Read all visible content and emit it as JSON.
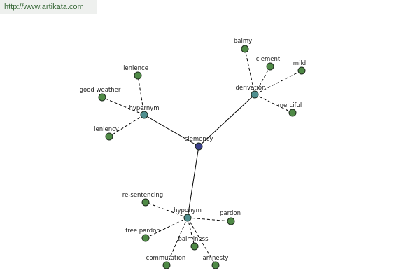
{
  "watermark": "http://www.artikata.com",
  "colors": {
    "center": "#3a3f8a",
    "hub": "#4f8f8f",
    "leaf": "#4f8a46"
  },
  "nodes": {
    "clemency": "clemency",
    "hypernym": "hypernym",
    "derivation": "derivation",
    "hyponym": "hyponym",
    "lenience": "lenience",
    "good_weather": "good weather",
    "leniency": "leniency",
    "balmy": "balmy",
    "clement": "clement",
    "mild": "mild",
    "merciful": "merciful",
    "re_sentencing": "re-sentencing",
    "pardon": "pardon",
    "free_pardon": "free pardon",
    "balminess": "balminess",
    "commutation": "commutation",
    "amnesty": "amnesty"
  }
}
